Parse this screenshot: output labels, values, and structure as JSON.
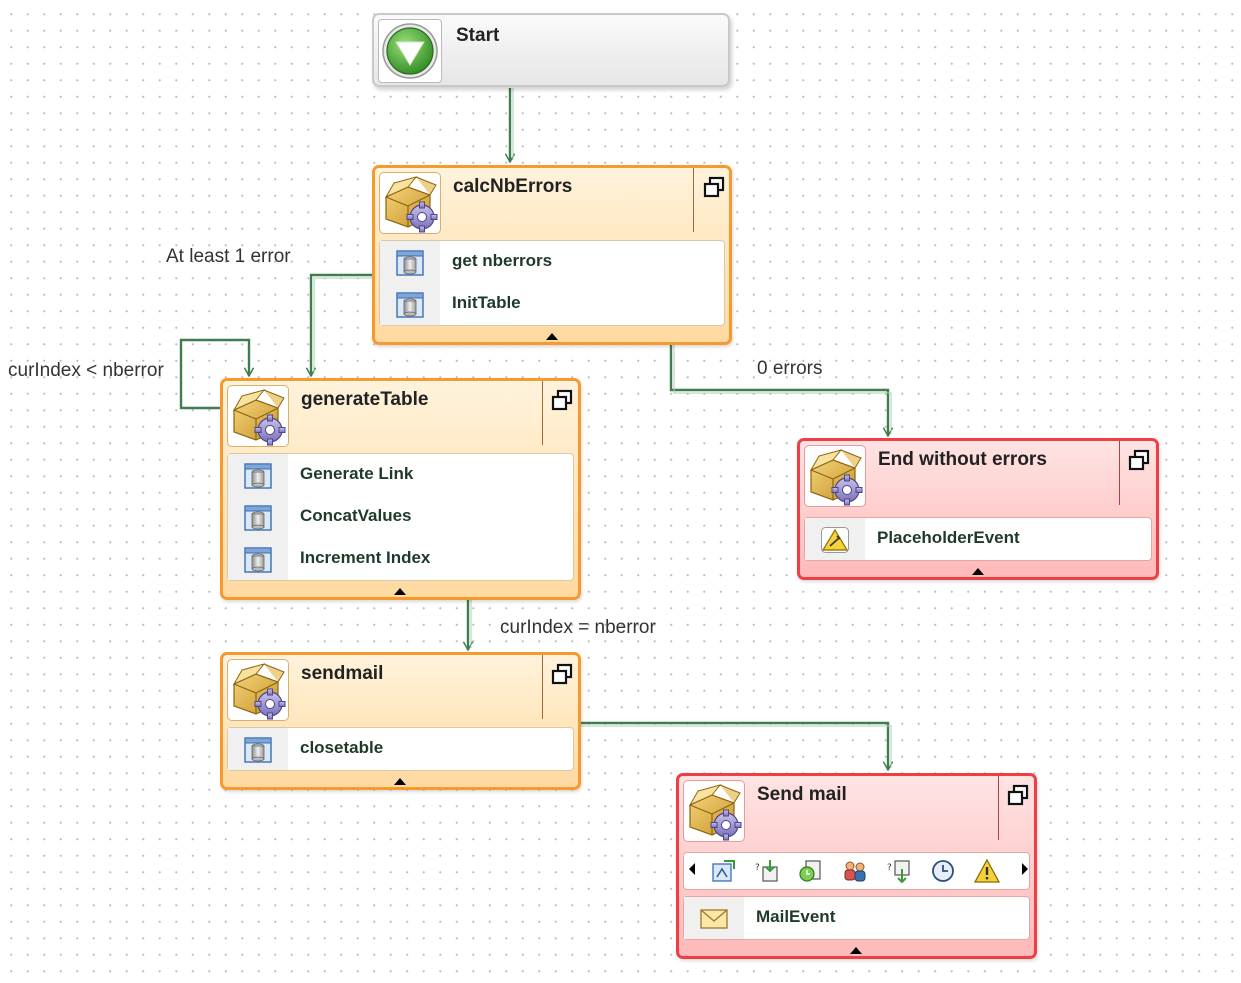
{
  "start": {
    "title": "Start"
  },
  "steps": {
    "calc": {
      "title": "calcNbErrors",
      "rows": [
        "get nberrors",
        "InitTable"
      ]
    },
    "generate": {
      "title": "generateTable",
      "rows": [
        "Generate Link",
        "ConcatValues",
        "Increment Index"
      ]
    },
    "endnoerr": {
      "title": "End without errors",
      "rows": [
        "PlaceholderEvent"
      ]
    },
    "sendmail": {
      "title": "sendmail",
      "rows": [
        "closetable"
      ]
    },
    "sendmail2": {
      "title": "Send mail",
      "rows": [
        "MailEvent"
      ],
      "toolbar_icons": [
        "connector-icon",
        "input-icon",
        "timer-doc-icon",
        "actors-icon",
        "output-icon",
        "clock-icon",
        "warning-icon"
      ]
    }
  },
  "transitions": {
    "at_least_one": "At least 1 error",
    "loop": "curIndex < nberror",
    "zero": "0 errors",
    "done": "curIndex = nberror"
  },
  "colors": {
    "orange_border": "#f79a2e",
    "red_border": "#ee3f44",
    "connector": "#3f7d4f",
    "grid_dot": "#b9b9b9"
  }
}
